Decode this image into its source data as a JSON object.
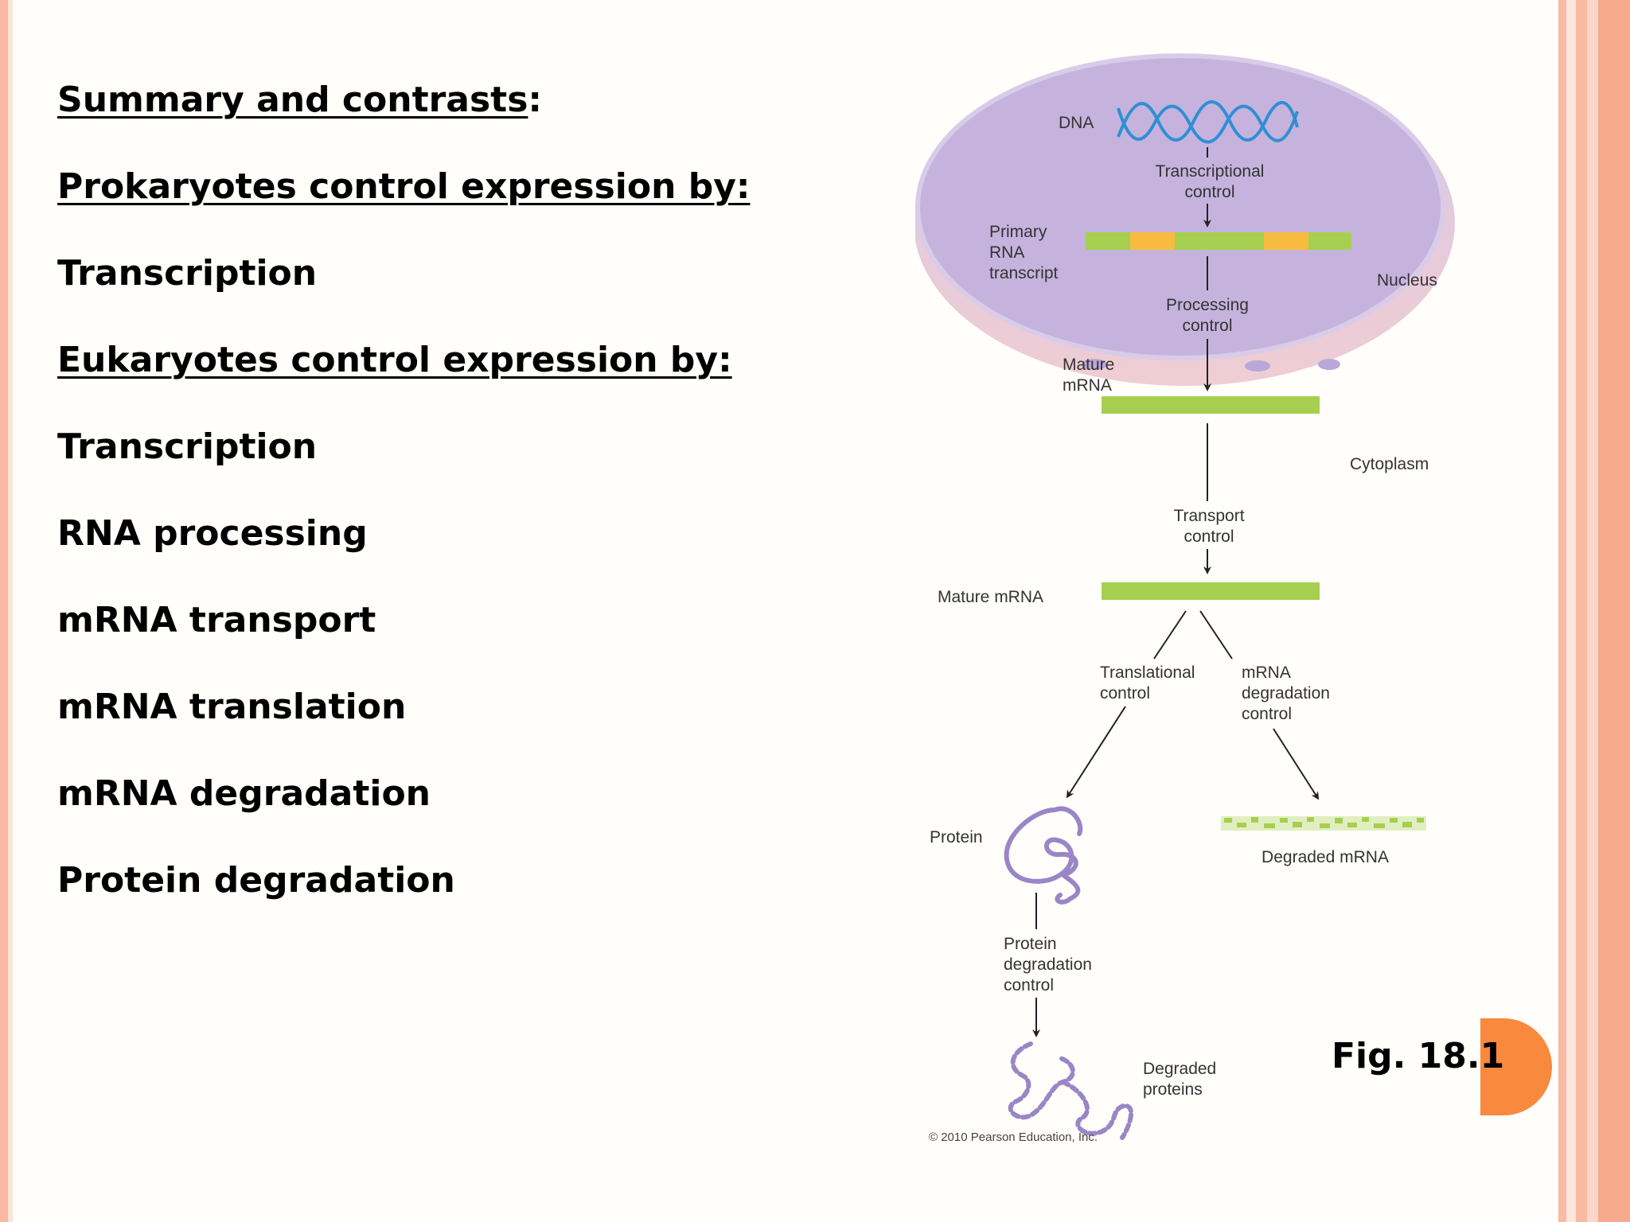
{
  "slide": {
    "lines": [
      {
        "text": "Summary and contrasts",
        "suffix": ":",
        "underline": true
      },
      {
        "text": "Prokaryotes control expression by:",
        "suffix": "",
        "underline": true
      },
      {
        "text": "Transcription",
        "suffix": "",
        "underline": false
      },
      {
        "text": "Eukaryotes control expression by:",
        "suffix": "",
        "underline": true
      },
      {
        "text": "Transcription",
        "suffix": "",
        "underline": false
      },
      {
        "text": "RNA processing",
        "suffix": "",
        "underline": false
      },
      {
        "text": "mRNA transport",
        "suffix": "",
        "underline": false
      },
      {
        "text": "mRNA translation",
        "suffix": "",
        "underline": false
      },
      {
        "text": "mRNA degradation",
        "suffix": "",
        "underline": false
      },
      {
        "text": "Protein degradation",
        "suffix": "",
        "underline": false
      }
    ],
    "figure_label": "Fig. 18.1"
  },
  "diagram": {
    "dna": "DNA",
    "transcriptional_control": [
      "Transcriptional",
      "control"
    ],
    "primary_rna_transcript": [
      "Primary",
      "RNA",
      "transcript"
    ],
    "nucleus": "Nucleus",
    "processing_control": [
      "Processing",
      "control"
    ],
    "mature_mrna_nuclear": [
      "Mature",
      "mRNA"
    ],
    "cytoplasm": "Cytoplasm",
    "transport_control": [
      "Transport",
      "control"
    ],
    "mature_mrna": "Mature mRNA",
    "translational_control": [
      "Translational",
      "control"
    ],
    "mrna_degradation_control": [
      "mRNA",
      "degradation",
      "control"
    ],
    "protein": "Protein",
    "degraded_mrna": "Degraded mRNA",
    "protein_degradation_control": [
      "Protein",
      "degradation",
      "control"
    ],
    "degraded_proteins": [
      "Degraded",
      "proteins"
    ],
    "copyright": "© 2010 Pearson Education, Inc."
  },
  "colors": {
    "nucleus_fill": "#c5b3dd",
    "mrna_green": "#a6cf4f",
    "intron_orange": "#f7bb3f",
    "dna_blue": "#2f8fd4",
    "protein_purple": "#9a86c6",
    "border_salmon": "#f9b9a3",
    "accent_orange": "#f9893c"
  }
}
